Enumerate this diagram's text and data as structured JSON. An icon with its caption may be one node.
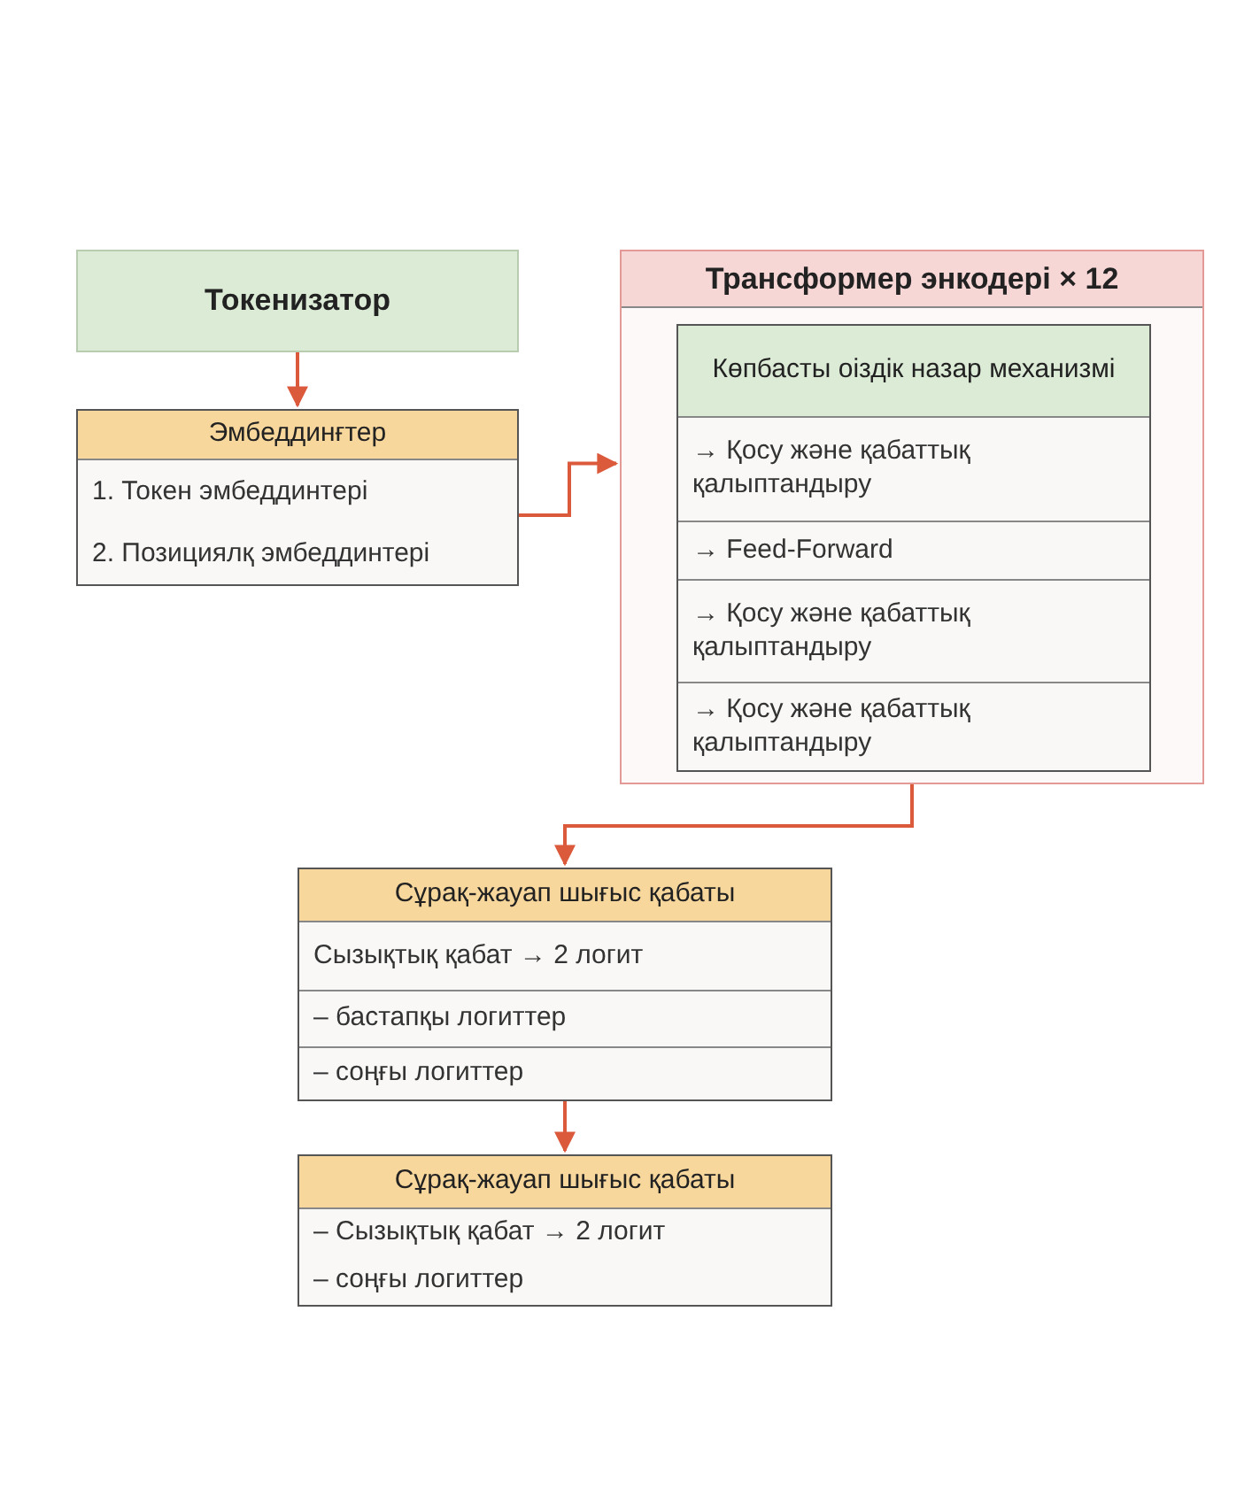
{
  "diagram": {
    "nodes": [
      {
        "text": [
          "Токенизатор"
        ]
      },
      {
        "text": [
          "Эмбеддинғтер",
          "1. Токен эмбеддинтері",
          "2. Позициялқ эмбеддинтері"
        ]
      },
      {
        "text": [
          "Трансформер энкодері × 12"
        ]
      },
      {
        "text": [
          "Көпбасты оіздік назар механизмі",
          "→ Қосу және қабаттық қалыптандыру",
          "→ Feed-Forward",
          "→ Қосу және қабаттық қалыптандыру",
          "→ Қосу және қабаттық қалыптандыру"
        ],
        "in": 2
      },
      {
        "text": [
          "Сұрақ-жауап шығыс қабаты",
          "Сызықтық қабат → 2 логит",
          "– бастапқы логиттер",
          "– соңғы логиттер"
        ]
      },
      {
        "text": [
          "Сұрақ-жауап шығыс қабаты",
          "– Сызықтық қабат → 2 логит",
          "– соңғы логиттер"
        ]
      }
    ],
    "edges": [
      {
        "from": 0,
        "to": 1,
        "arrow": "to"
      },
      {
        "from": 1,
        "to": 2,
        "arrow": "to"
      },
      {
        "from": 2,
        "to": 4,
        "arrow": "to"
      },
      {
        "from": 4,
        "to": 5,
        "arrow": "to"
      }
    ]
  }
}
